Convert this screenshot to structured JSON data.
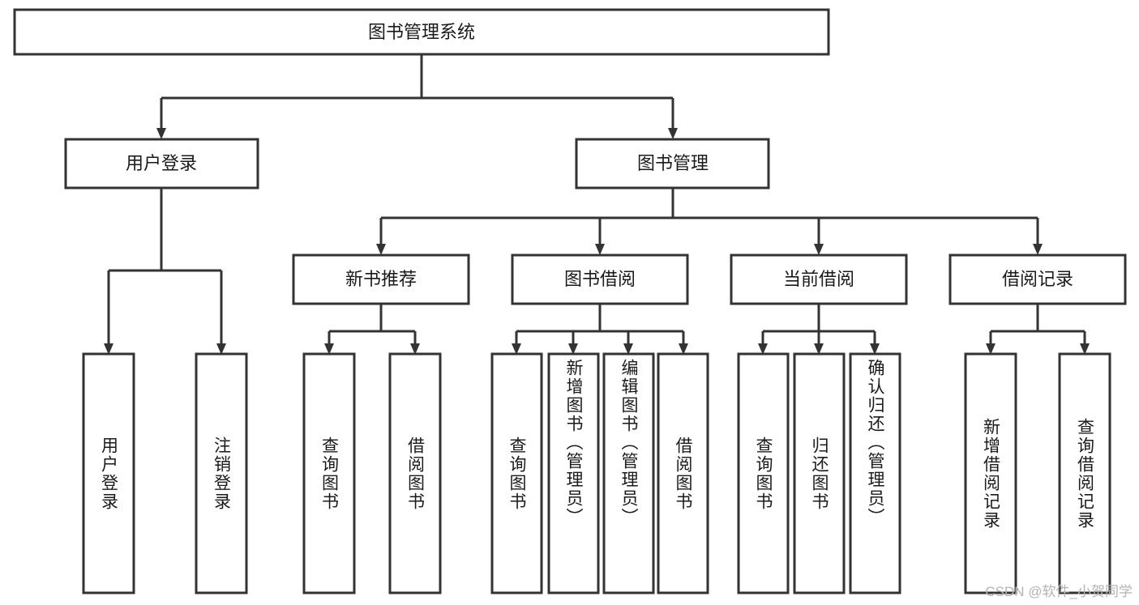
{
  "diagram": {
    "type": "tree",
    "title": "图书管理系统",
    "root": {
      "label": "图书管理系统"
    },
    "level2": [
      {
        "label": "用户登录"
      },
      {
        "label": "图书管理"
      }
    ],
    "level3": [
      {
        "label": "新书推荐"
      },
      {
        "label": "图书借阅"
      },
      {
        "label": "当前借阅"
      },
      {
        "label": "借阅记录"
      }
    ],
    "leaves": {
      "user_login": [
        {
          "label": "用户登录"
        },
        {
          "label": "注销登录"
        }
      ],
      "new_book_recommend": [
        {
          "label": "查询图书"
        },
        {
          "label": "借阅图书"
        }
      ],
      "book_borrow": [
        {
          "label": "查询图书"
        },
        {
          "label": "新增图书（管理员）"
        },
        {
          "label": "编辑图书（管理员）"
        },
        {
          "label": "借阅图书"
        }
      ],
      "current_borrow": [
        {
          "label": "查询图书"
        },
        {
          "label": "归还图书"
        },
        {
          "label": "确认归还（管理员）"
        }
      ],
      "borrow_record": [
        {
          "label": "新增借阅记录"
        },
        {
          "label": "查询借阅记录"
        }
      ]
    },
    "colors": {
      "box_stroke": "#333333",
      "box_fill": "#ffffff",
      "text": "#1a1a1a",
      "watermark": "#b3b3b3",
      "background": "#ffffff"
    }
  },
  "watermark": {
    "text": "CSDN @软件_小贺同学"
  }
}
